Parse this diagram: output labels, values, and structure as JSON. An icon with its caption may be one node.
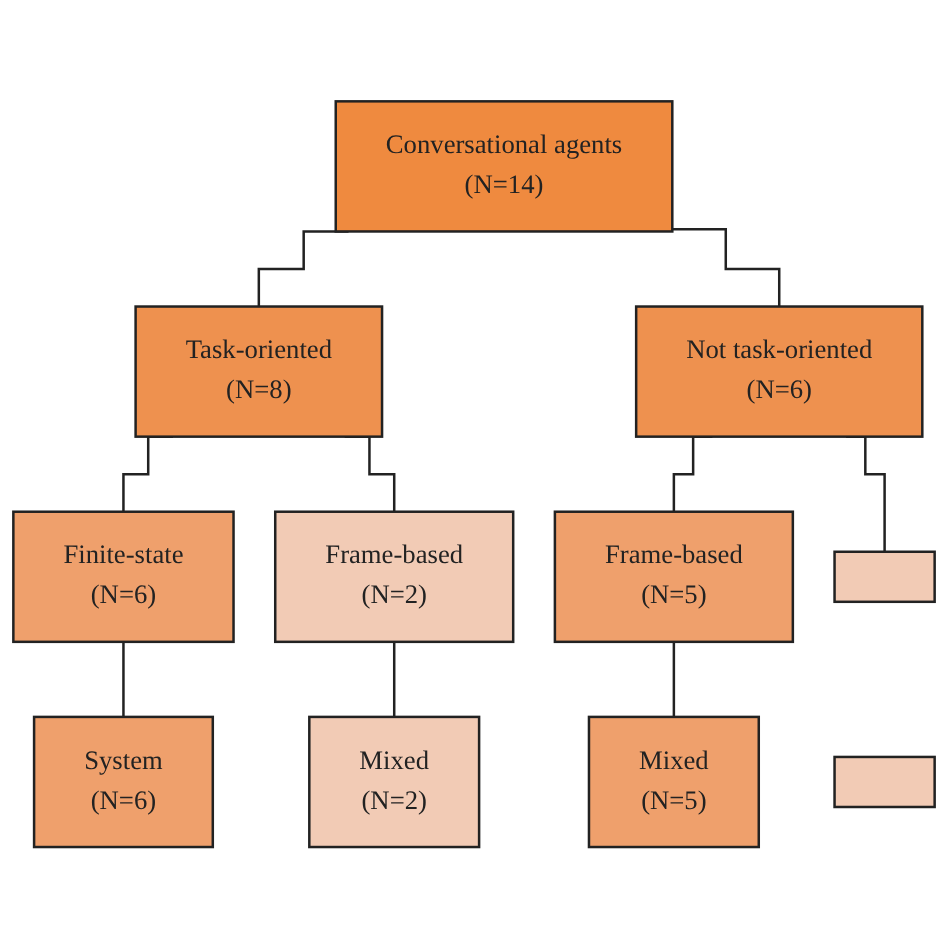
{
  "diagram": {
    "nodes": [
      {
        "text": [
          "Conversational agents",
          "(N=14)"
        ]
      },
      {
        "text": [
          "Task-oriented",
          "(N=8)"
        ]
      },
      {
        "text": [
          "Not task-oriented",
          "(N=6)"
        ]
      },
      {
        "text": [
          "Finite-state",
          "(N=6)"
        ]
      },
      {
        "text": [
          "Frame-based",
          "(N=2)"
        ]
      },
      {
        "text": [
          "Frame-based",
          "(N=5)"
        ]
      },
      {
        "text": [],
        "shape": "box"
      },
      {
        "text": [
          "System",
          "(N=6)"
        ]
      },
      {
        "text": [
          "Mixed",
          "(N=2)"
        ]
      },
      {
        "text": [
          "Mixed",
          "(N=5)"
        ]
      },
      {
        "text": [],
        "shape": "box"
      }
    ],
    "edges": [
      {
        "from": 0,
        "to": 1,
        "arrow": "none"
      },
      {
        "from": 0,
        "to": 2,
        "arrow": "none"
      },
      {
        "from": 1,
        "to": 3,
        "arrow": "none"
      },
      {
        "from": 1,
        "to": 4,
        "arrow": "none"
      },
      {
        "from": 2,
        "to": 5,
        "arrow": "none"
      },
      {
        "from": 2,
        "to": 6,
        "arrow": "none"
      },
      {
        "from": 3,
        "to": 7,
        "arrow": "none"
      },
      {
        "from": 4,
        "to": 8,
        "arrow": "none"
      },
      {
        "from": 5,
        "to": 9,
        "arrow": "none"
      }
    ]
  }
}
